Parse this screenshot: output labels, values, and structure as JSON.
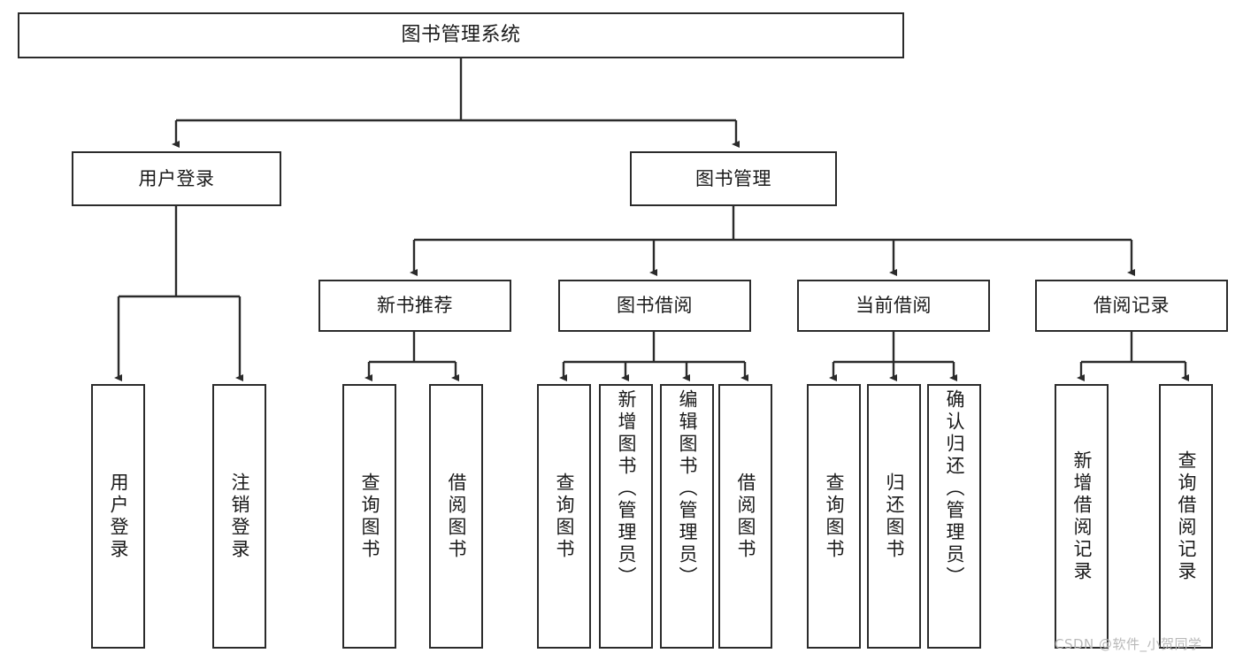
{
  "diagram": {
    "type": "tree-hierarchy",
    "title": "图书管理系统",
    "watermark": "CSDN @软件_小贺同学",
    "colors": {
      "stroke": "#2b2b2b",
      "fill": "#ffffff",
      "text": "#1a1a1a",
      "watermark": "#b9b9b9"
    },
    "nodes": {
      "root": {
        "label": "图书管理系统"
      },
      "level1": [
        {
          "id": "user-login",
          "label": "用户登录"
        },
        {
          "id": "book-manage",
          "label": "图书管理"
        }
      ],
      "level2": [
        {
          "id": "new-book-rec",
          "label": "新书推荐",
          "parent": "book-manage"
        },
        {
          "id": "book-borrow",
          "label": "图书借阅",
          "parent": "book-manage"
        },
        {
          "id": "current-borrow",
          "label": "当前借阅",
          "parent": "book-manage"
        },
        {
          "id": "borrow-record",
          "label": "借阅记录",
          "parent": "book-manage"
        }
      ],
      "leaves": [
        {
          "id": "leaf-user-login",
          "label": "用户登录",
          "parent": "user-login"
        },
        {
          "id": "leaf-user-logout",
          "label": "注销登录",
          "parent": "user-login"
        },
        {
          "id": "leaf-query-book-1",
          "label": "查询图书",
          "parent": "new-book-rec"
        },
        {
          "id": "leaf-borrow-book-1",
          "label": "借阅图书",
          "parent": "new-book-rec"
        },
        {
          "id": "leaf-query-book-2",
          "label": "查询图书",
          "parent": "book-borrow"
        },
        {
          "id": "leaf-add-book",
          "label": "新增图书（管理员）",
          "parent": "book-borrow"
        },
        {
          "id": "leaf-edit-book",
          "label": "编辑图书（管理员）",
          "parent": "book-borrow"
        },
        {
          "id": "leaf-borrow-book-2",
          "label": "借阅图书",
          "parent": "book-borrow"
        },
        {
          "id": "leaf-query-book-3",
          "label": "查询图书",
          "parent": "current-borrow"
        },
        {
          "id": "leaf-return-book",
          "label": "归还图书",
          "parent": "current-borrow"
        },
        {
          "id": "leaf-confirm-return",
          "label": "确认归还（管理员）",
          "parent": "current-borrow"
        },
        {
          "id": "leaf-add-record",
          "label": "新增借阅记录",
          "parent": "borrow-record"
        },
        {
          "id": "leaf-query-record",
          "label": "查询借阅记录",
          "parent": "borrow-record"
        }
      ]
    }
  }
}
